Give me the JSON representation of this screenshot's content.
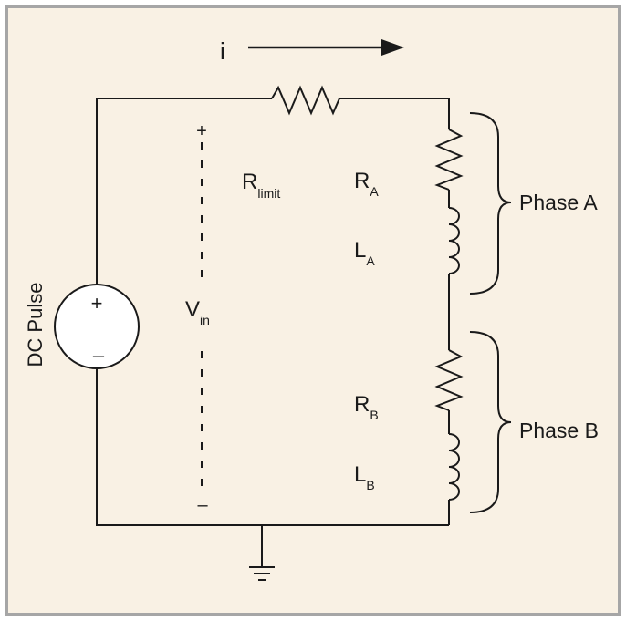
{
  "colors": {
    "background": "#f9f1e4",
    "border": "#a6a6a6",
    "wire": "#1a1a1a",
    "source_fill": "#ffffff"
  },
  "labels": {
    "current": "i",
    "source": "DC Pulse",
    "source_plus": "+",
    "source_minus": "–",
    "vin_plus": "+",
    "vin_minus": "–",
    "vin_main": "V",
    "vin_sub": "in",
    "rlimit_main": "R",
    "rlimit_sub": "limit",
    "ra_main": "R",
    "ra_sub": "A",
    "la_main": "L",
    "la_sub": "A",
    "rb_main": "R",
    "rb_sub": "B",
    "lb_main": "L",
    "lb_sub": "B",
    "phase_a": "Phase A",
    "phase_b": "Phase B"
  },
  "icons": {
    "ground": "ground-icon",
    "current_arrow": "arrow-right-icon"
  }
}
